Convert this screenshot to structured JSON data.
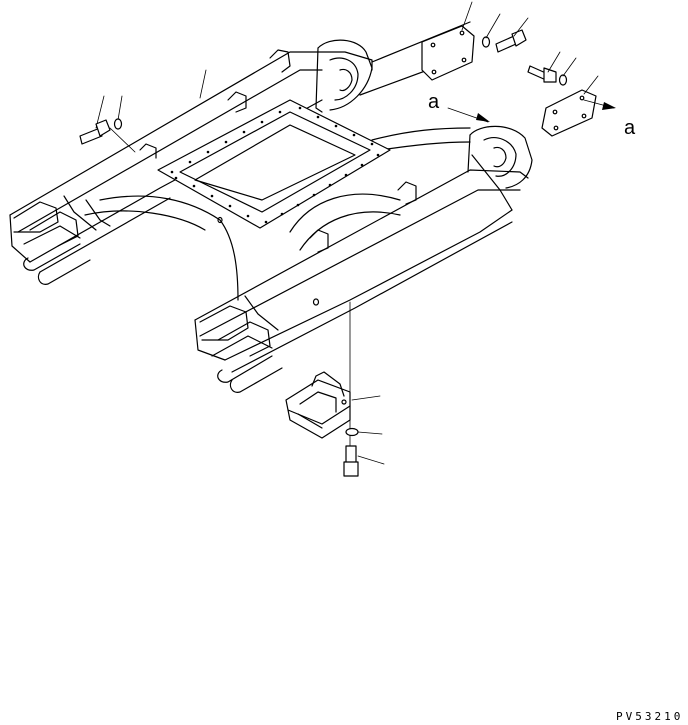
{
  "view_labels": {
    "left": "a",
    "right": "a"
  },
  "drawing_code": "PV53210"
}
